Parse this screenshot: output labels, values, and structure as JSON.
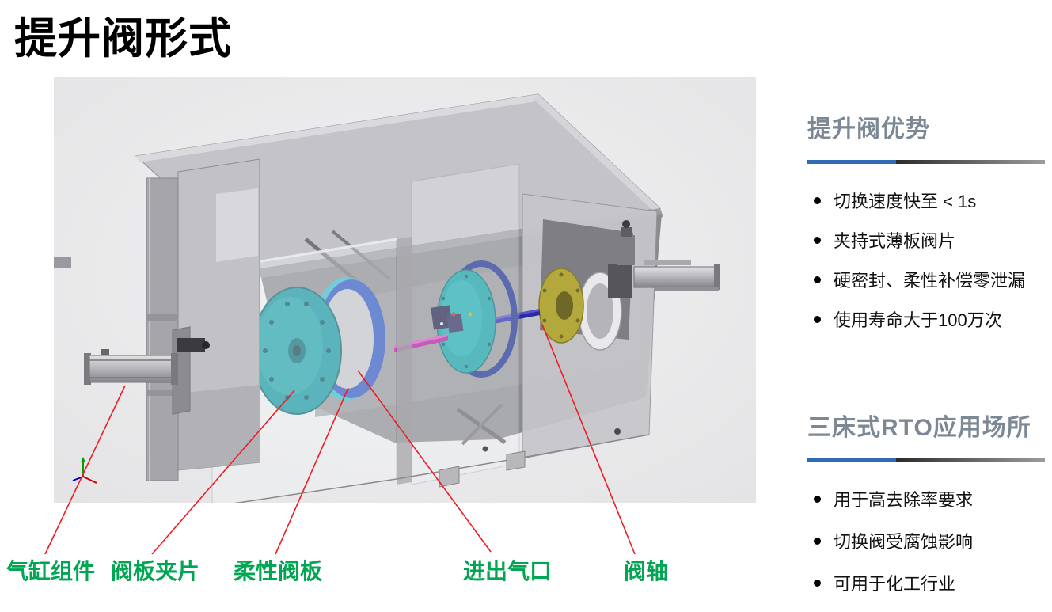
{
  "page": {
    "title": "提升阀形式"
  },
  "diagram": {
    "part_labels": [
      "气缸组件",
      "阀板夹片",
      "柔性阀板",
      "进出气口",
      "阀轴"
    ]
  },
  "sidebar": {
    "sections": [
      {
        "heading": "提升阀优势",
        "items": [
          "切换速度快至 < 1s",
          "夹持式薄板阀片",
          "硬密封、柔性补偿零泄漏",
          "使用寿命大于100万次"
        ]
      },
      {
        "heading": "三床式RTO应用场所",
        "items": [
          "用于高去除率要求",
          "切换阀受腐蚀影响",
          "可用于化工行业"
        ]
      }
    ]
  },
  "colors": {
    "part_label_green": "#00a651",
    "heading_gray": "#7c8894",
    "accent_blue": "#2e6db4",
    "divider_dark": "#2b2b2b",
    "leader_red": "#ed1c24",
    "disc_teal": "#13949e",
    "ring_blue": "#2c55be",
    "shaft_magenta": "#b2189c",
    "disc_yellow": "#b3a83c"
  }
}
